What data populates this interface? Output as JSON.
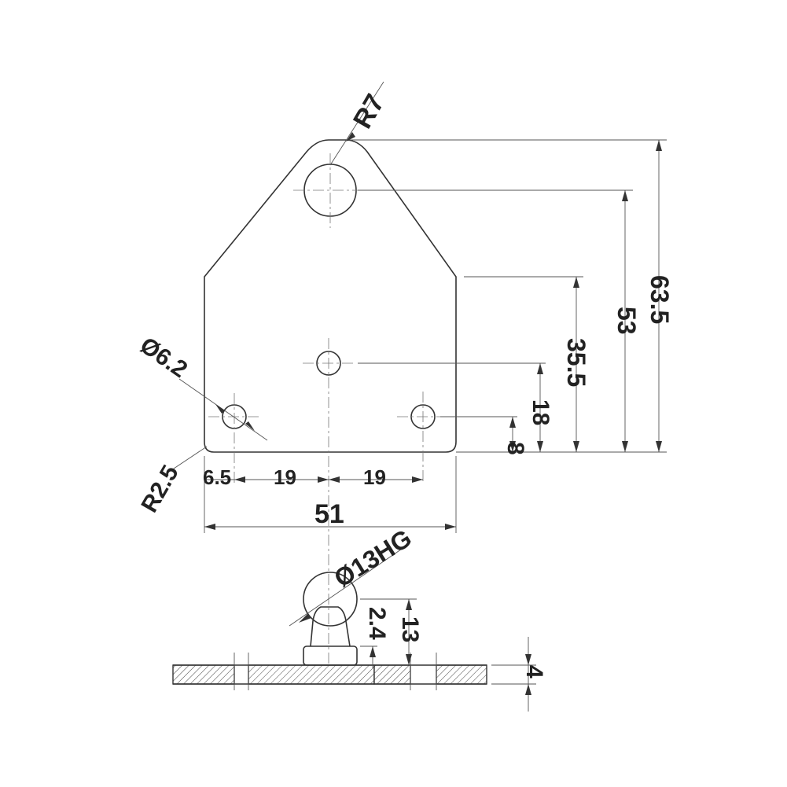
{
  "drawing": {
    "colors": {
      "line": "#333333",
      "text": "#222222",
      "background": "#ffffff"
    },
    "dimensions": {
      "radius_top": "R7",
      "hole_diameter": "Ø6.2",
      "corner_radius": "R2.5",
      "edge_offset": "6.5",
      "hole_spacing_left": "19",
      "hole_spacing_right": "19",
      "overall_width": "51",
      "height_lower_holes": "8",
      "height_center_hole": "18",
      "height_shoulder": "35.5",
      "height_top_hole": "53",
      "overall_height": "63.5",
      "ball_size": "Ø13HG",
      "ball_neck": "2.4",
      "ball_height": "13",
      "plate_thickness": "4"
    }
  }
}
